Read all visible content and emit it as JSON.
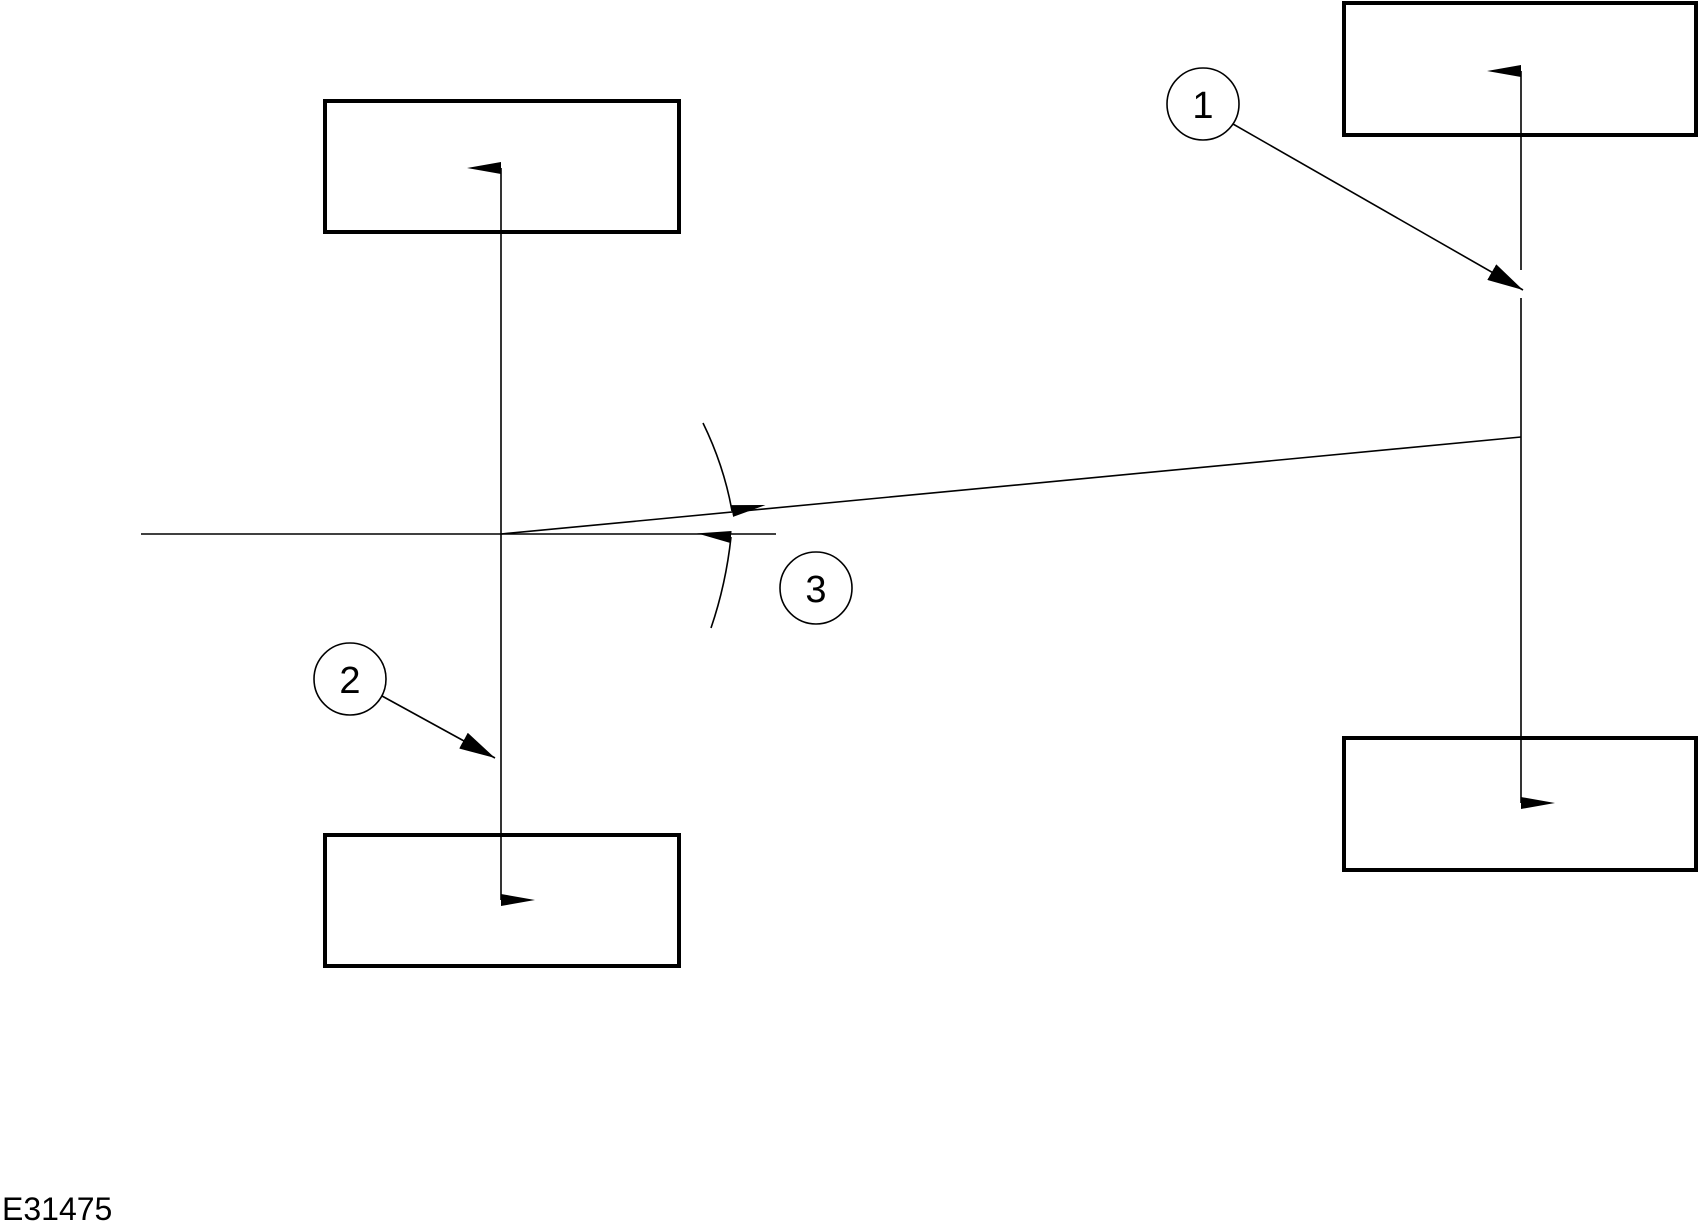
{
  "figure_id": "E31475",
  "callouts": [
    {
      "label": "1"
    },
    {
      "label": "2"
    },
    {
      "label": "3"
    }
  ],
  "colors": {
    "stroke": "#000000",
    "background": "#ffffff"
  }
}
